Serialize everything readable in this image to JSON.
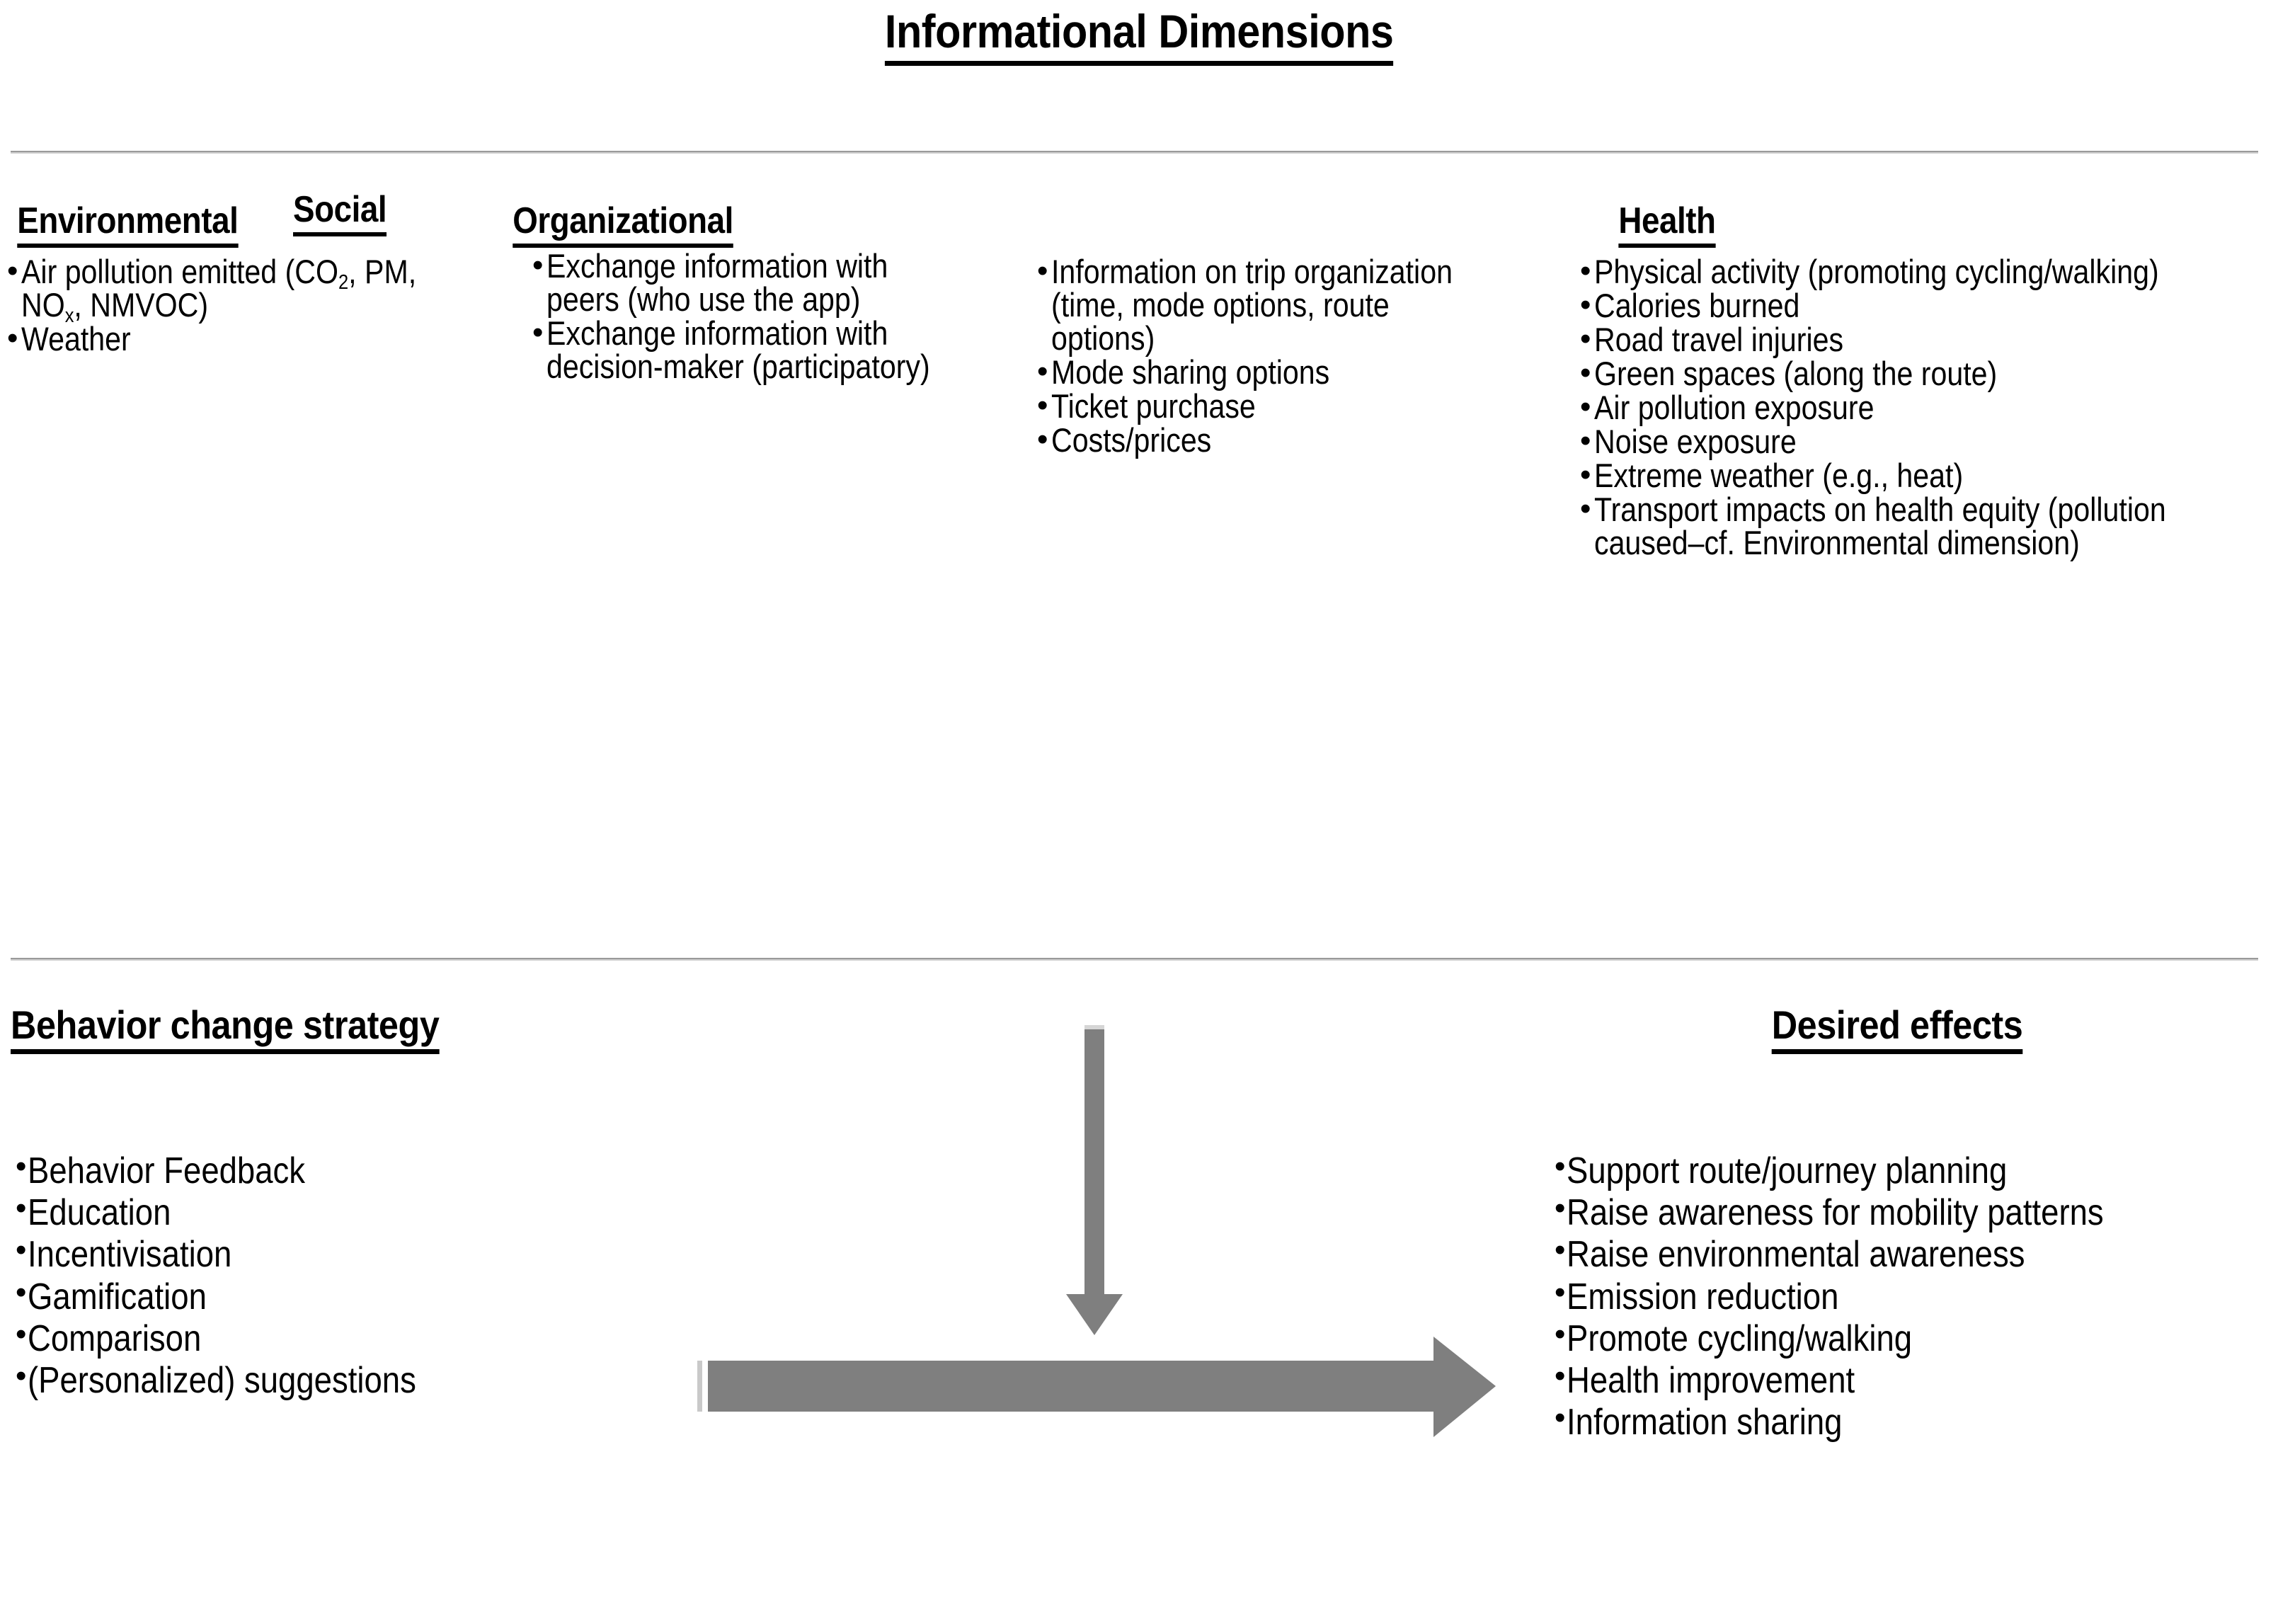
{
  "title": "Informational Dimensions",
  "dimensions": {
    "columns": [
      {
        "id": "environmental",
        "header": "Environmental",
        "items": [
          "Air pollution emitted (CO2, PM, NOx, NMVOC)",
          "Weather"
        ]
      },
      {
        "id": "social",
        "header": "Social",
        "items": [
          "Exchange information with peers (who use the app)",
          "Exchange information with decision-maker (participatory)"
        ]
      },
      {
        "id": "organizational",
        "header": "Organizational",
        "items": [
          "Information on trip organization (time, mode options, route options)",
          "Mode sharing options",
          "Ticket purchase",
          "Costs/prices"
        ]
      },
      {
        "id": "health",
        "header": "Health",
        "items": [
          "Physical activity (promoting cycling/walking)",
          "Calories burned",
          "Road travel injuries",
          "Green spaces (along the route)",
          "Air pollution exposure",
          "Noise exposure",
          "Extreme weather (e.g., heat)",
          "Transport impacts on health equity (pollution caused–cf. Environmental dimension)"
        ]
      }
    ]
  },
  "bottom": {
    "strategy": {
      "header": "Behavior change strategy",
      "items": [
        "Behavior Feedback",
        "Education",
        "Incentivisation",
        "Gamification",
        "Comparison",
        "(Personalized) suggestions"
      ]
    },
    "effects": {
      "header": "Desired effects",
      "items": [
        "Support route/journey planning",
        "Raise awareness for mobility patterns",
        "Raise environmental awareness",
        "Emission reduction",
        "Promote cycling/walking",
        "Health improvement",
        "Information sharing"
      ]
    },
    "arrows": [
      {
        "id": "down-arrow",
        "direction": "down"
      },
      {
        "id": "right-arrow",
        "direction": "right"
      }
    ]
  },
  "colors": {
    "text": "#000000",
    "arrow": "#7f7f7f",
    "divider": "#9a9a9a",
    "background": "#ffffff"
  }
}
